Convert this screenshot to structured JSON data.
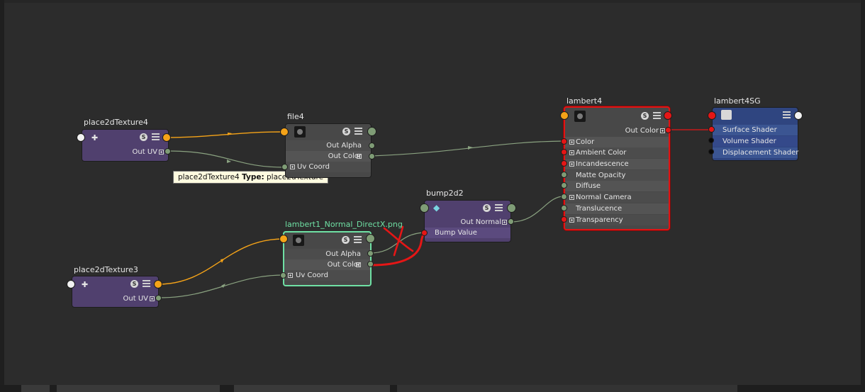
{
  "nodes": {
    "place2dTexture4": {
      "title": "place2dTexture4",
      "out": "Out UV"
    },
    "place2dTexture3": {
      "title": "place2dTexture3",
      "out": "Out UV"
    },
    "file4": {
      "title": "file4",
      "rows": [
        "Out Alpha",
        "Out Color",
        "Uv Coord"
      ]
    },
    "lambert1_normal": {
      "title": "lambert1_Normal_DirectX.png",
      "rows": [
        "Out Alpha",
        "Out Color",
        "Uv Coord"
      ]
    },
    "bump2d2": {
      "title": "bump2d2",
      "rows": [
        "Out Normal",
        "Bump Value"
      ]
    },
    "lambert4": {
      "title": "lambert4",
      "out": "Out Color",
      "rows": [
        "Color",
        "Ambient Color",
        "Incandescence",
        "Matte Opacity",
        "Diffuse",
        "Normal Camera",
        "Translucence",
        "Transparency"
      ]
    },
    "lambert4SG": {
      "title": "lambert4SG",
      "rows": [
        "Surface Shader",
        "Volume Shader",
        "Displacement Shader"
      ]
    }
  },
  "tooltip": {
    "name": "place2dTexture4",
    "type_label": "Type:",
    "type_value": "place2dTexture"
  },
  "badges": {
    "s": "S"
  },
  "colors": {
    "background": "#2c2c2c",
    "wire_green": "#8aa280",
    "wire_orange": "#f5a318",
    "wire_red": "#e51616",
    "selection_green": "#6fe0a4",
    "selection_red": "#e01414"
  },
  "icons": {
    "texture": "texture-swatch-icon",
    "place2d": "place2d-icon",
    "bump": "bump-icon",
    "shading_group": "shading-group-icon",
    "menu": "attribute-list-icon"
  }
}
